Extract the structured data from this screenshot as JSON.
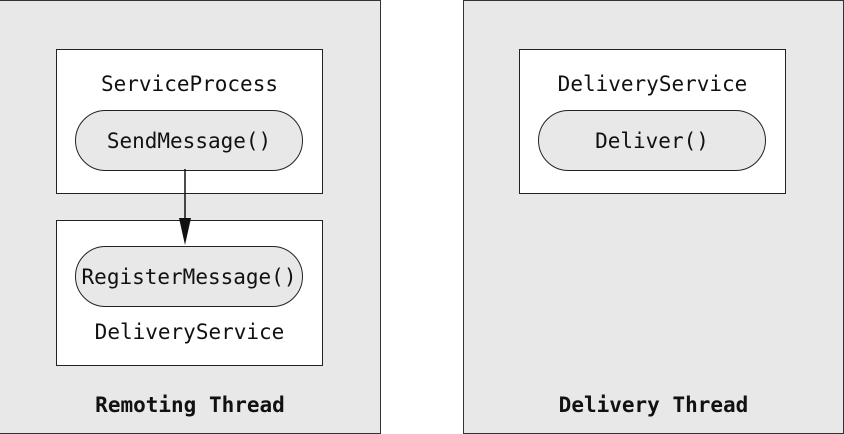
{
  "remoting_thread": {
    "label": "Remoting Thread",
    "service_process": {
      "title": "ServiceProcess",
      "method": "SendMessage()"
    },
    "delivery_service": {
      "title": "DeliveryService",
      "method": "RegisterMessage()"
    }
  },
  "delivery_thread": {
    "label": "Delivery Thread",
    "delivery_service": {
      "title": "DeliveryService",
      "method": "Deliver()"
    }
  },
  "colors": {
    "panel_fill": "#e8e8e8",
    "box_fill": "#ffffff",
    "pill_fill": "#e8e8e8",
    "stroke": "#222222"
  }
}
